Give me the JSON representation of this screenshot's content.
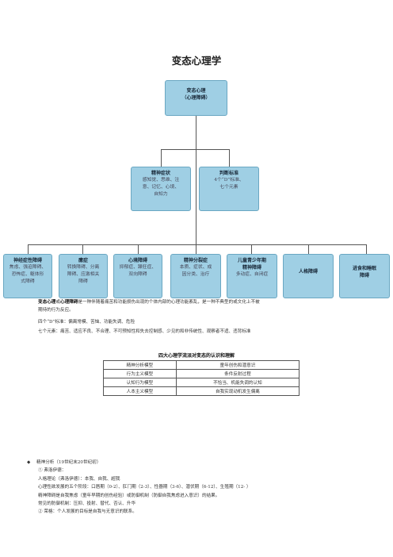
{
  "title": "变态心理学",
  "root": {
    "title": "变态心理",
    "sub": "（心理障碍）"
  },
  "mid": [
    {
      "title": "精神症状",
      "desc": [
        "感知觉、思维、注",
        "意、记忆、心境、",
        "自知力"
      ]
    },
    {
      "title": "判断标准",
      "desc": [
        "4个“D”标准、",
        "七个元素"
      ]
    }
  ],
  "bottom": [
    {
      "title": "神经症性障碍",
      "desc": [
        "焦虑、强迫障碍、",
        "恐怖症、躯体形",
        "式障碍"
      ]
    },
    {
      "title": "癔症",
      "desc": [
        "转换障碍、分离",
        "障碍、应激相关",
        "障碍"
      ]
    },
    {
      "title": "心境障碍",
      "desc": [
        "抑郁症、躁狂症、",
        "双向障碍"
      ]
    },
    {
      "title": "精神分裂症",
      "desc": [
        "本质、症状、成",
        "因分类、治疗"
      ]
    },
    {
      "title": "儿童青少年期",
      "title2": "精神障碍",
      "desc": [
        "多动症、自闭症"
      ]
    },
    {
      "title": "人格障碍",
      "desc": []
    },
    {
      "title": "进食和睡眠",
      "title2": "障碍",
      "desc": []
    }
  ],
  "definition": {
    "lead_a": "变态心理",
    "lead_or": "或",
    "lead_b": "心理障碍",
    "text1": "是一种伴随着痛苦和功能损伤出现的个体内部的心理功能紊乱，是一种不典型的或文化上不被",
    "text2": "期待的行为反应。",
    "line3": "四个“D”标准：偏离常模、苦恼、功能失调、危险",
    "line4": "七个元素：痛苦、适应不良、不合理、不可预知性和失去控制感、少见的和非传统性、观察者不适、违背标准"
  },
  "table": {
    "title": "四大心理学流派对变态的认识和理解",
    "rows": [
      [
        "精神分析模型",
        "童年创伤和潜意识"
      ],
      [
        "行为主义模型",
        "条件反射过程"
      ],
      [
        "认知行为模型",
        "不恰当、机能失调的认知"
      ],
      [
        "人本主义模型",
        "自我实现动机发生偏离"
      ]
    ]
  },
  "list": [
    "精神分析（19世纪末20世纪初）",
    "① 弗洛伊德：",
    "人格理论（弗洛伊德）：本我、自我、超我",
    "心理性欲发展的五个阶段：口唇期（0-2）、肛门期（2-3）、性器期（3-6）、潜伏期（6-12）、生殖期（12- ）",
    "精神障碍是自我焦虑（童年早期的创伤经验）或防御机制（防御自我焦虑进入意识）的结果。",
    "常见的防御机制：压抑、投射、替代、否认、升华",
    "② 荣格：个人发展的目标是自我与无意识的联系。"
  ]
}
